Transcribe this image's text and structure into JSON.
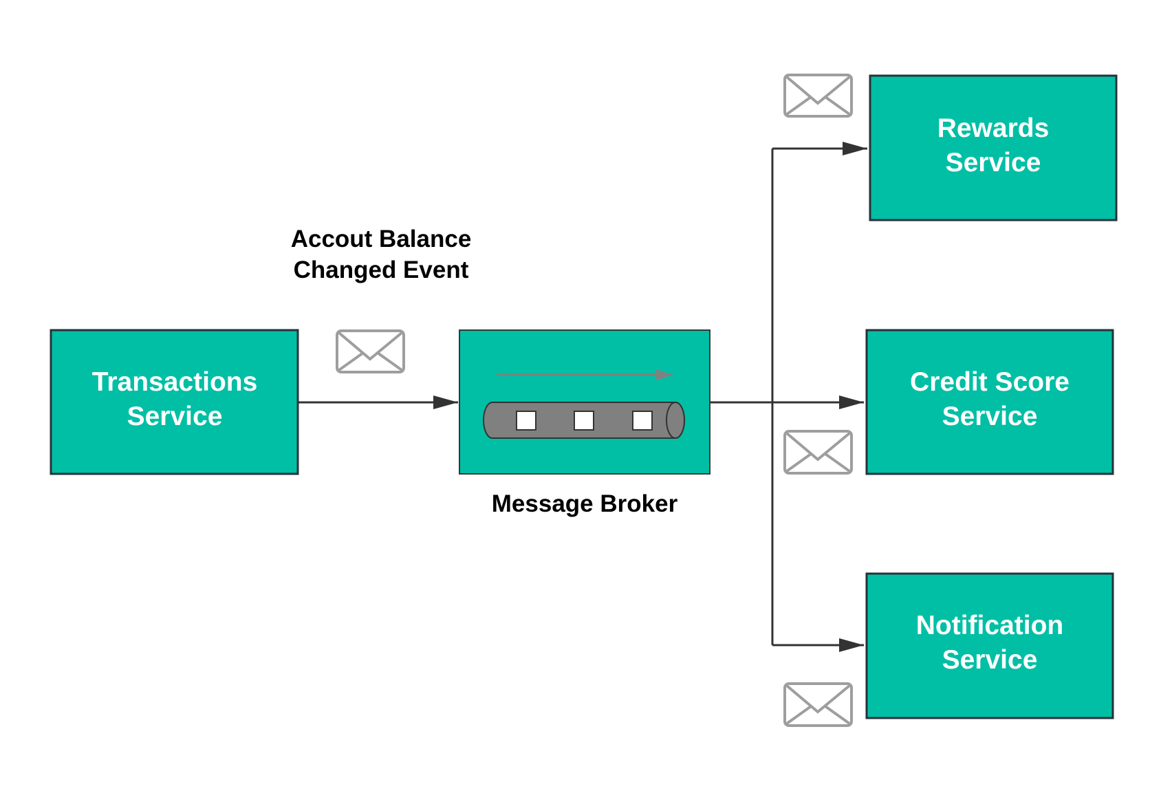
{
  "services": {
    "transactions": {
      "line1": "Transactions",
      "line2": "Service"
    },
    "rewards": {
      "line1": "Rewards",
      "line2": "Service"
    },
    "credit_score": {
      "line1": "Credit Score",
      "line2": "Service"
    },
    "notification": {
      "line1": "Notification",
      "line2": "Service"
    }
  },
  "event_label": {
    "line1": "Accout Balance",
    "line2": "Changed Event"
  },
  "broker_label": "Message Broker",
  "colors": {
    "service_fill": "#00bfa5",
    "border": "#263238",
    "connector": "#333333",
    "envelope": "#9e9e9e",
    "queue": "#808080"
  },
  "icons": {
    "envelope": "envelope-icon",
    "queue": "queue-cylinder-icon"
  }
}
